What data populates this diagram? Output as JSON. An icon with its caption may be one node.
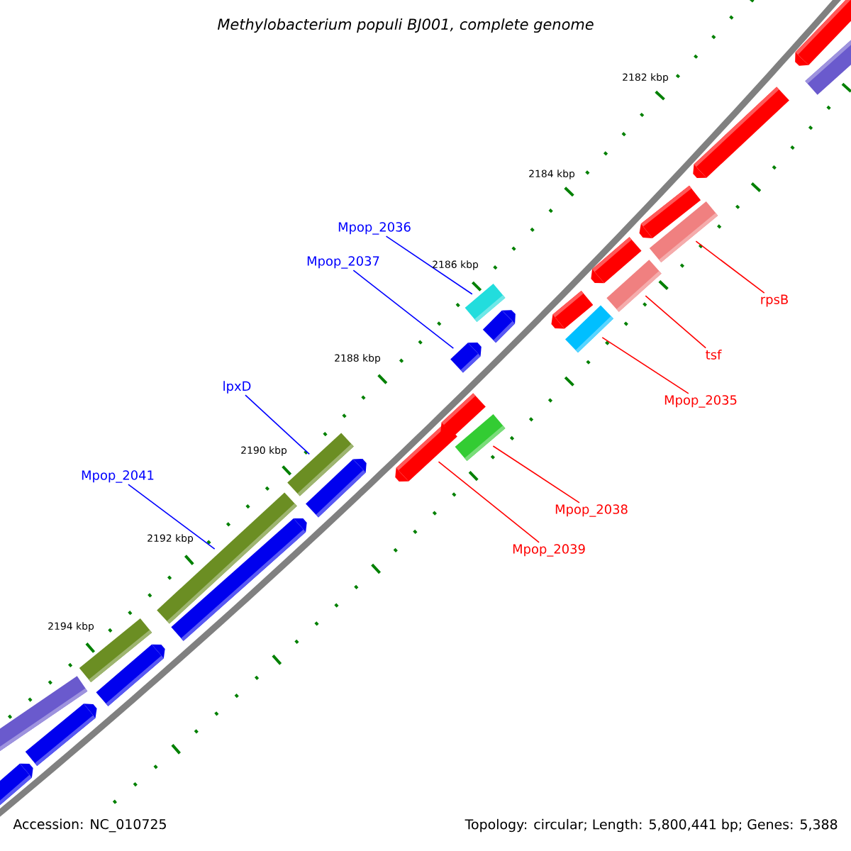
{
  "diagram": {
    "title": "Methylobacterium populi BJ001, complete genome",
    "nodes": [
      {
        "text": [
          "Mpop_2036"
        ]
      },
      {
        "text": [
          "Mpop_2037"
        ]
      },
      {
        "text": [
          "lpxD"
        ]
      },
      {
        "text": [
          "Mpop_2041"
        ]
      },
      {
        "text": [
          "rpsB"
        ]
      },
      {
        "text": [
          "tsf"
        ]
      },
      {
        "text": [
          "Mpop_2035"
        ]
      },
      {
        "text": [
          "Mpop_2038"
        ]
      },
      {
        "text": [
          "Mpop_2039"
        ]
      },
      {
        "text": [],
        "shape": "bar"
      },
      {
        "text": [],
        "shape": "bar"
      },
      {
        "text": [],
        "shape": "bar"
      },
      {
        "text": [],
        "shape": "bar"
      },
      {
        "text": [],
        "shape": "bar"
      },
      {
        "text": [],
        "shape": "bar"
      },
      {
        "text": [],
        "shape": "bar"
      },
      {
        "text": [],
        "shape": "bar"
      },
      {
        "text": [],
        "shape": "bar"
      },
      {
        "text": [],
        "shape": "bar"
      },
      {
        "text": [],
        "shape": "bar"
      },
      {
        "text": [],
        "shape": "bar"
      },
      {
        "text": [],
        "shape": "bar"
      },
      {
        "text": [],
        "shape": "bar"
      },
      {
        "text": [],
        "shape": "bar"
      },
      {
        "text": [],
        "shape": "bar"
      },
      {
        "text": [],
        "shape": "bar"
      },
      {
        "text": [],
        "shape": "bar"
      },
      {
        "text": [],
        "shape": "bar"
      },
      {
        "text": [],
        "shape": "bar"
      },
      {
        "text": [],
        "shape": "bar"
      },
      {
        "text": [],
        "shape": "bar"
      },
      {
        "text": [],
        "shape": "bar"
      },
      {
        "text": [],
        "shape": "bar"
      }
    ],
    "edges": [
      {
        "from": 0,
        "to": 9,
        "arrow": "none",
        "color": "#0000ff"
      },
      {
        "from": 1,
        "to": 10,
        "arrow": "none",
        "color": "#0000ff"
      },
      {
        "from": 2,
        "to": 11,
        "arrow": "none",
        "color": "#0000ff"
      },
      {
        "from": 3,
        "to": 12,
        "arrow": "none",
        "color": "#0000ff"
      },
      {
        "from": 4,
        "to": 13,
        "arrow": "none",
        "color": "#ff0000"
      },
      {
        "from": 5,
        "to": 14,
        "arrow": "none",
        "color": "#ff0000"
      },
      {
        "from": 6,
        "to": 15,
        "arrow": "none",
        "color": "#ff0000"
      },
      {
        "from": 7,
        "to": 16,
        "arrow": "none",
        "color": "#ff0000"
      },
      {
        "from": 8,
        "to": 17,
        "arrow": "none",
        "color": "#ff0000"
      }
    ],
    "labels": [
      "2182 kbp",
      "2184 kbp",
      "2186 kbp",
      "2188 kbp",
      "2190 kbp",
      "2192 kbp",
      "2194 kbp",
      "Accession: NC_010725",
      "Topology: circular; Length: 5,800,441 bp; Genes: 5,388"
    ]
  }
}
